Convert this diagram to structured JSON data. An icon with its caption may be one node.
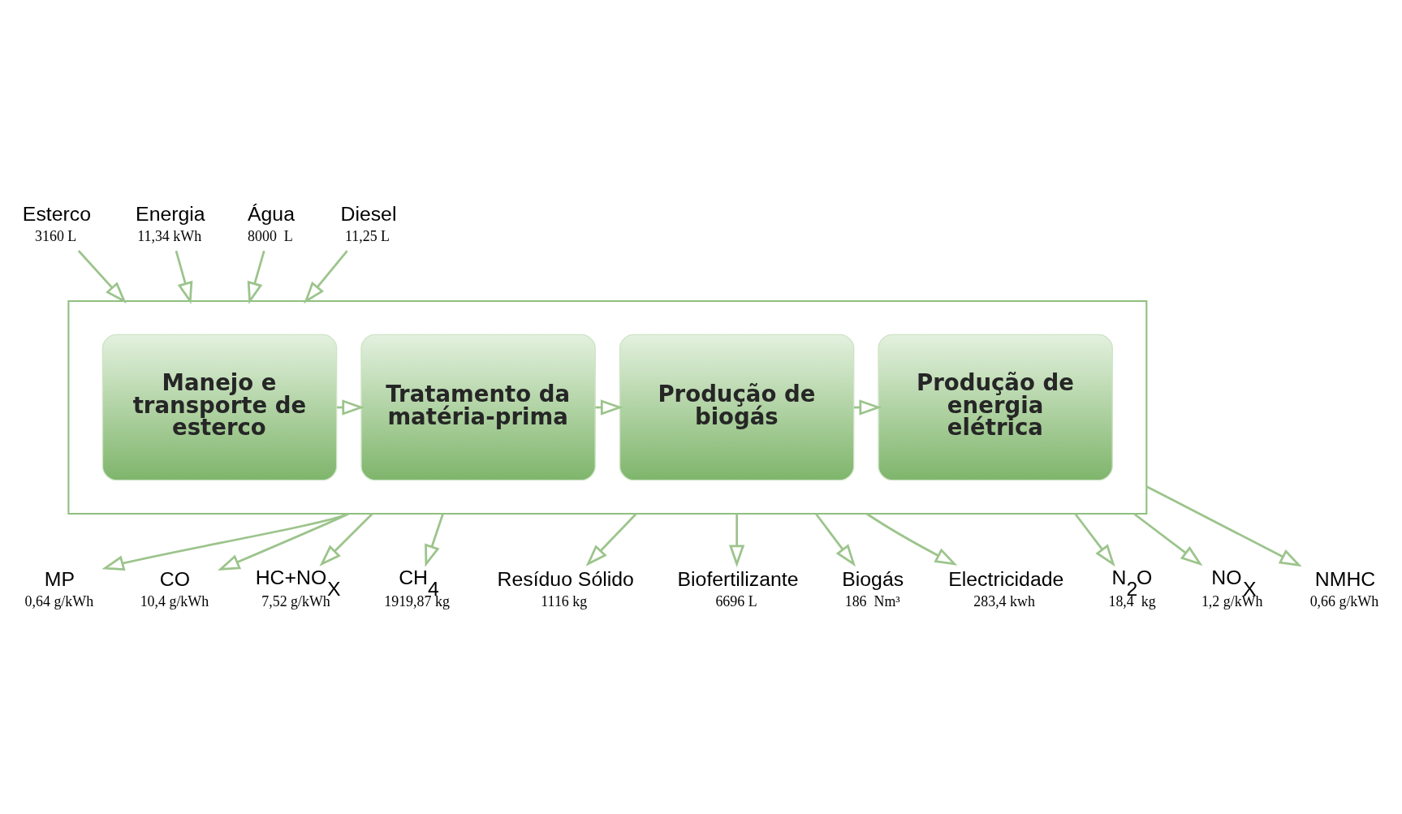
{
  "diagram": {
    "nodes": [
      {
        "text": [],
        "shape": "box"
      },
      {
        "text": [
          "Manejo e transporte de esterco"
        ],
        "in": 0
      },
      {
        "text": [
          "Tratamento da matéria-prima"
        ],
        "in": 0
      },
      {
        "text": [
          "Produção de biogás"
        ],
        "in": 0
      },
      {
        "text": [
          "Produção de energia elétrica"
        ],
        "in": 0
      },
      {
        "text": [
          "Esterco",
          "3160 L"
        ]
      },
      {
        "text": [
          "Energia",
          "11,34 kWh"
        ]
      },
      {
        "text": [
          "Água",
          "8000  L"
        ]
      },
      {
        "text": [
          "Diesel",
          "11,25 L"
        ]
      },
      {
        "text": [
          "MP",
          "0,64 g/kWh"
        ]
      },
      {
        "text": [
          "CO",
          "10,4 g/kWh"
        ]
      },
      {
        "text": [
          "HC+NO$_{X}$",
          "7,52 g/kWh"
        ]
      },
      {
        "text": [
          "CH$_{4}$",
          "1919,87 kg"
        ]
      },
      {
        "text": [
          "Resíduo Sólido",
          "1116 kg"
        ]
      },
      {
        "text": [
          "Biofertilizante",
          "6696 L"
        ]
      },
      {
        "text": [
          "Biogás",
          "186  Nm³"
        ]
      },
      {
        "text": [
          "Electricidade",
          "283,4 kwh"
        ]
      },
      {
        "text": [
          "N$_{2}$O",
          "18,4  kg"
        ]
      },
      {
        "text": [
          "NO$_{X}$",
          "1,2 g/kWh"
        ]
      },
      {
        "text": [
          "NMHC",
          "0,66 g/kWh"
        ]
      }
    ],
    "edges": [
      {
        "from": 1,
        "to": 2,
        "arrow": "to"
      },
      {
        "from": 2,
        "to": 3,
        "arrow": "to"
      },
      {
        "from": 3,
        "to": 4,
        "arrow": "to"
      },
      {
        "from": 5,
        "to": 0,
        "arrow": "to"
      },
      {
        "from": 6,
        "to": 0,
        "arrow": "to"
      },
      {
        "from": 7,
        "to": 0,
        "arrow": "to"
      },
      {
        "from": 8,
        "to": 0,
        "arrow": "to"
      },
      {
        "from": 0,
        "to": 9,
        "arrow": "to"
      },
      {
        "from": 0,
        "to": 10,
        "arrow": "to"
      },
      {
        "from": 0,
        "to": 11,
        "arrow": "to"
      },
      {
        "from": 0,
        "to": 12,
        "arrow": "to"
      },
      {
        "from": 0,
        "to": 13,
        "arrow": "to"
      },
      {
        "from": 0,
        "to": 14,
        "arrow": "to"
      },
      {
        "from": 0,
        "to": 15,
        "arrow": "to"
      },
      {
        "from": 0,
        "to": 16,
        "arrow": "to"
      },
      {
        "from": 0,
        "to": 17,
        "arrow": "to"
      },
      {
        "from": 0,
        "to": 18,
        "arrow": "to"
      },
      {
        "from": 0,
        "to": 19,
        "arrow": "to"
      }
    ]
  }
}
